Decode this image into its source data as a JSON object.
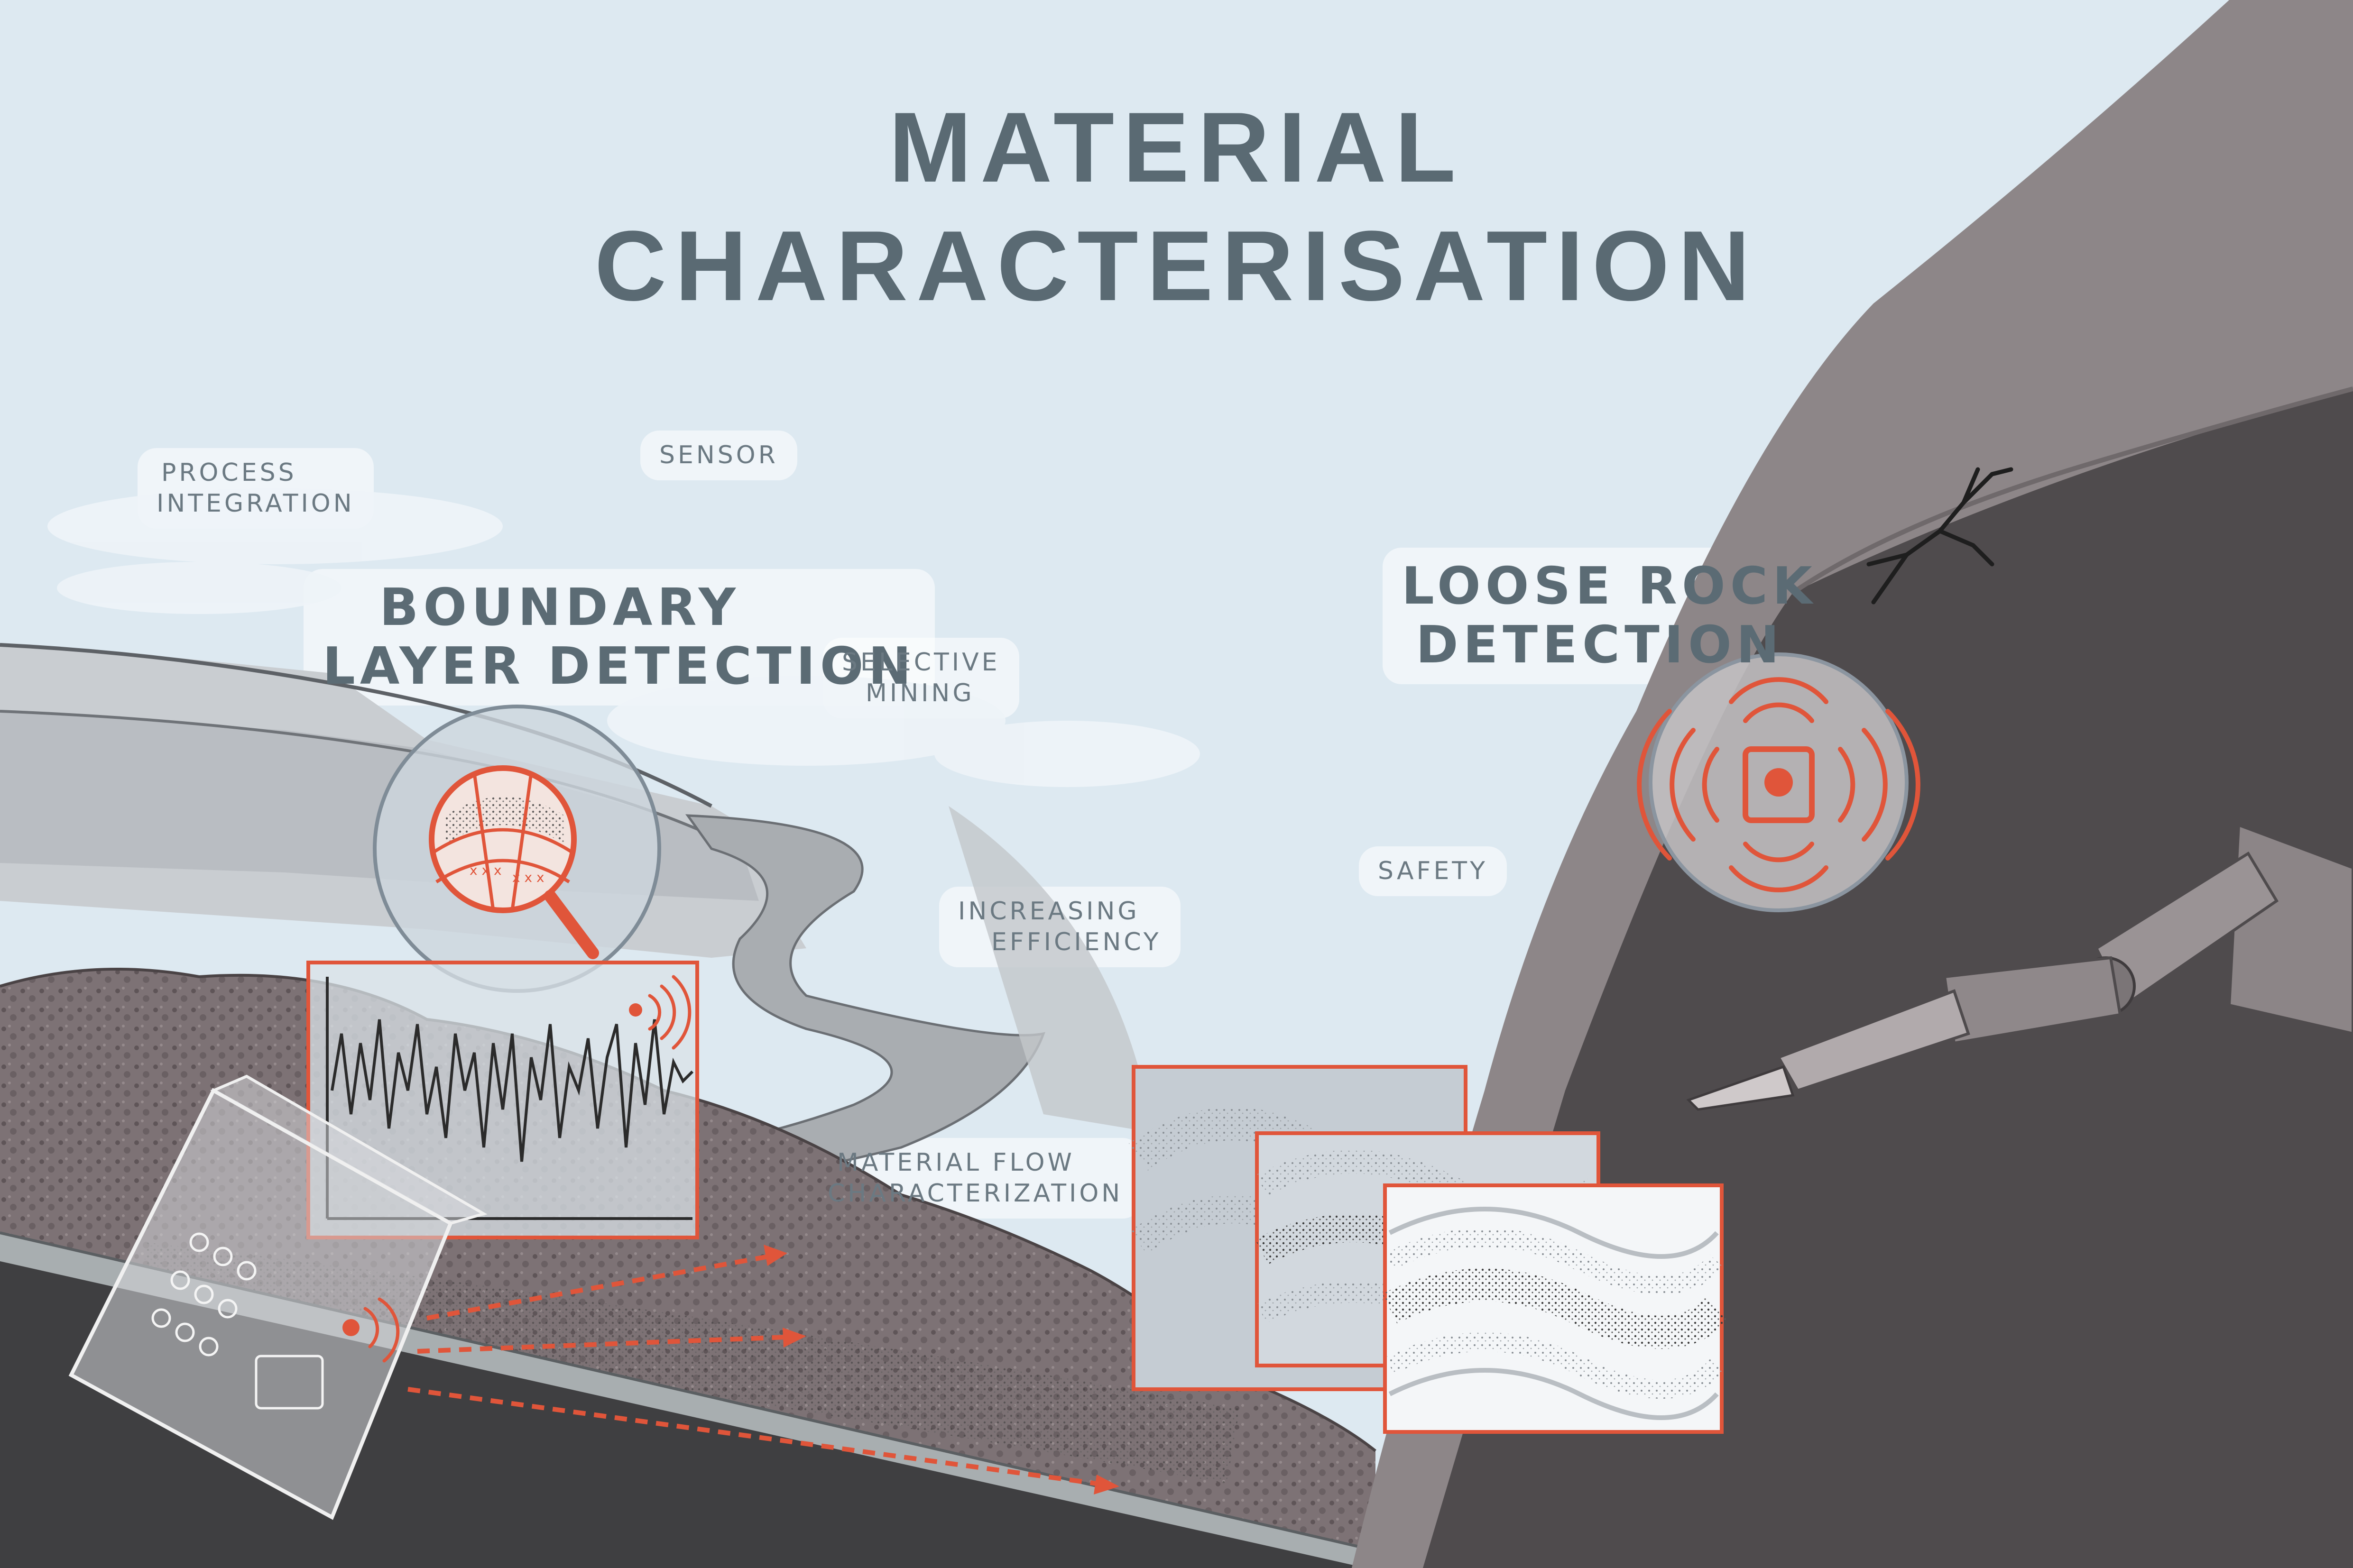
{
  "title": {
    "line1": "MATERIAL",
    "line2": "CHARACTERISATION"
  },
  "labels": {
    "process_integration": [
      "PROCESS",
      "INTEGRATION"
    ],
    "sensor": "SENSOR",
    "boundary_layer_detection": [
      "BOUNDARY",
      "LAYER DETECTION"
    ],
    "selective_mining": [
      "SELECTIVE",
      "MINING"
    ],
    "increasing_efficiency": [
      "INCREASING",
      "EFFICIENCY"
    ],
    "safety": "SAFETY",
    "loose_rock_detection": [
      "LOOSE ROCK",
      "DETECTION"
    ],
    "material_flow_characterization": [
      "MATERIAL FLOW",
      "CHARACTERIZATION"
    ]
  },
  "colors": {
    "sky": "#dde9f1",
    "accent_red": "#e0553a",
    "rock_light": "#8c8486",
    "rock_dark": "#4e4a4c",
    "text": "#5a6a73"
  },
  "icons": [
    "magnifier-icon",
    "sensor-signal-icon",
    "radar-sensor-icon",
    "crack-icon",
    "drill-arm-icon",
    "sensor-device-icon"
  ]
}
